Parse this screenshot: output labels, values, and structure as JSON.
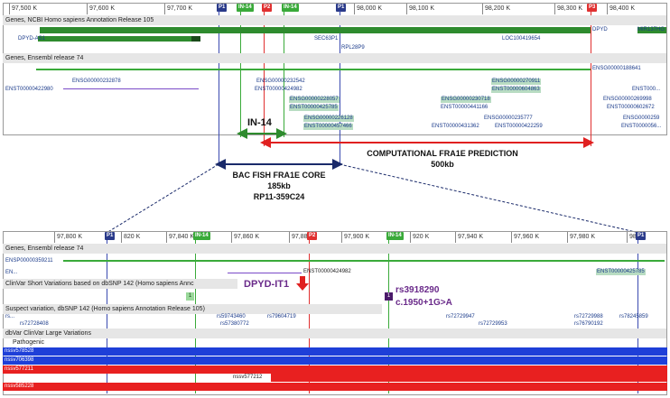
{
  "top": {
    "ruler": [
      "97,500 K",
      "97,600 K",
      "97,700 K",
      "98,000 K",
      "98,100 K",
      "98,200 K",
      "98,300 K",
      "98,400 K"
    ],
    "markers": {
      "p1a": "P1",
      "in14a": "IN-14",
      "p2": "P2",
      "in14b": "IN-14",
      "p1b": "P1",
      "p3": "P3"
    },
    "ncbi_header": "Genes, NCBI Homo sapiens Annotation Release 105",
    "ncbi_labels": [
      "DPYD-AS1",
      "SEC63P1",
      "RPL28P9",
      "LOC100419654",
      "DPYD",
      "MIR137HG"
    ],
    "ensembl_header": "Genes, Ensembl release 74",
    "ensembl_labels": {
      "ensg188641": "ENSG00000188641",
      "ensg232878": "ENSG00000232878",
      "enst422980": "ENST00000422980",
      "ensg232542": "ENSG00000232542",
      "enst424982": "ENST00000424982",
      "ensg228057": "ENSG00000228057",
      "enst425785": "ENST00000425785",
      "ensg226128": "ENSG00000226128",
      "enst457466": "ENST00000457466",
      "ensg230718": "ENSG00000230718",
      "enst441166": "ENST00000441166",
      "ensg235777": "ENSG00000235777",
      "enst431362": "ENST00000431362",
      "enst422259": "ENST00000422259",
      "ensg270911": "ENSG00000270911",
      "enst604863": "ENST00000604863",
      "ensg269998": "ENSG00000269998",
      "enst602672": "ENST00000602672",
      "enst000": "ENST000...",
      "ensg259": "ENSG0000259",
      "enst056": "ENST0000056..."
    }
  },
  "annotations": {
    "in14": "IN-14",
    "computational_line1": "COMPUTATIONAL FRA1E PREDICTION",
    "computational_line2": "500kb",
    "bac_line1": "BAC FISH FRA1E CORE",
    "bac_line2": "185kb",
    "bac_line3": "RP11-359C24"
  },
  "bottom": {
    "ruler": [
      "97,800 K",
      "820 K",
      "97,840 K",
      "97,860 K",
      "97,880 K",
      "97,900 K",
      "920 K",
      "97,940 K",
      "97,960 K",
      "97,980 K",
      "98,"
    ],
    "markers": {
      "p1a": "P1",
      "in14a": "IN-14",
      "p2": "P2",
      "in14b": "IN-14",
      "p1b": "P1"
    },
    "ensembl_header": "Genes, Ensembl release 74",
    "ensembl_labels": {
      "ensp": "ENSP00000359211",
      "en": "EN...",
      "enst424982": "ENST00000424982",
      "enst425785": "ENST00000425785"
    },
    "clinvar_header": "ClinVar Short Variations based on dbSNP 142 (Homo sapiens Annc",
    "dpyd_it1": "DPYD-IT1",
    "clinvar_badges": {
      "one": "1",
      "two": "1"
    },
    "rs3918290": "rs3918290",
    "c1950": "c.1950+1G>A",
    "suspect_header": "Suspect variation, dbSNP 142 (Homo sapiens Annotation Release 105)",
    "rs_labels": {
      "rs_trunc": "rs...",
      "rs59743460": "rs59743460",
      "rs79604719": "rs79604719",
      "rs72729947": "rs72729947",
      "rs72729988": "rs72729988",
      "rs78245859": "rs78245859",
      "rs72728408": "rs72728408",
      "rs57380772": "rs57380772",
      "rs72729953": "rs72729953",
      "rs76790192": "rs76790192"
    },
    "dbvar_header": "dbVar ClinVar Large Variations",
    "pathogenic": "Pathogenic",
    "nssv": [
      "nssv578528",
      "nssv706398",
      "nssv577211",
      "nssv577212",
      "nssv585228"
    ]
  },
  "colors": {
    "gene_green": "#2e8b2e",
    "blue_track": "#1e3fd8",
    "red_track": "#e82020",
    "p1": "#2a3a8a",
    "p2": "#e03030",
    "in14": "#3aaa3a",
    "ann_navy": "#1a2a6a",
    "ann_purple": "#6a2a8a"
  }
}
